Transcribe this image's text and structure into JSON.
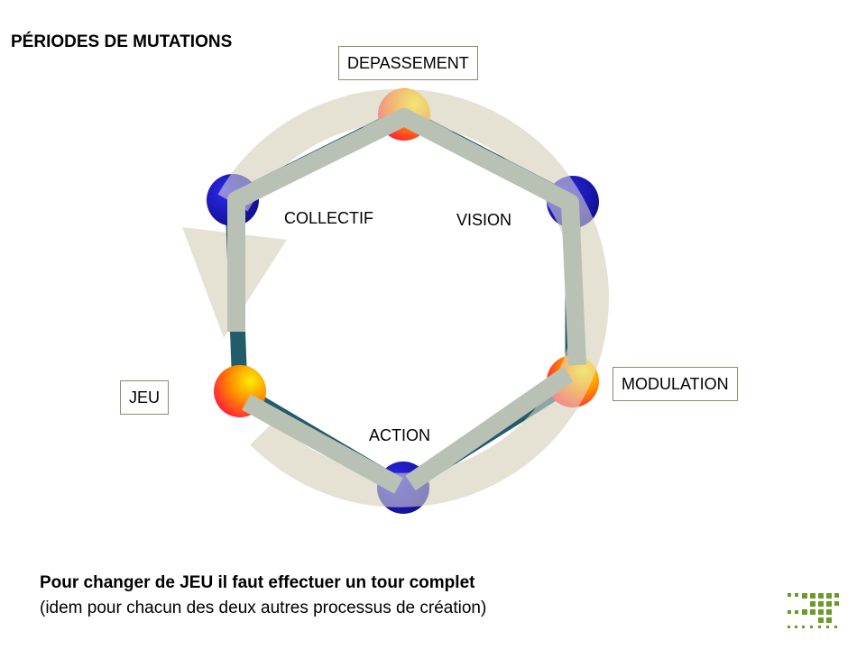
{
  "title": "PÉRIODES DE MUTATIONS",
  "labels": {
    "top": "DEPASSEMENT",
    "right": "MODULATION",
    "left": "JEU",
    "collectif": "COLLECTIF",
    "vision": "VISION",
    "action": "ACTION"
  },
  "footer": {
    "line1": "Pour changer de JEU il faut effectuer un tour complet",
    "line2": "(idem pour chacun des deux autres processus de création)"
  },
  "colors": {
    "ring": "#e5e2d4",
    "hexagon_edge": "#235b6b",
    "connector": "#b9c1b5",
    "warm_node": "#ff5a00",
    "cool_node": "#1a13b8",
    "logo_green": "#6a9a2a"
  },
  "nodes": [
    {
      "name": "node-top",
      "type": "warm"
    },
    {
      "name": "node-upper-right",
      "type": "cool"
    },
    {
      "name": "node-lower-right",
      "type": "warm"
    },
    {
      "name": "node-bottom",
      "type": "cool"
    },
    {
      "name": "node-lower-left",
      "type": "warm"
    },
    {
      "name": "node-upper-left",
      "type": "cool"
    }
  ]
}
